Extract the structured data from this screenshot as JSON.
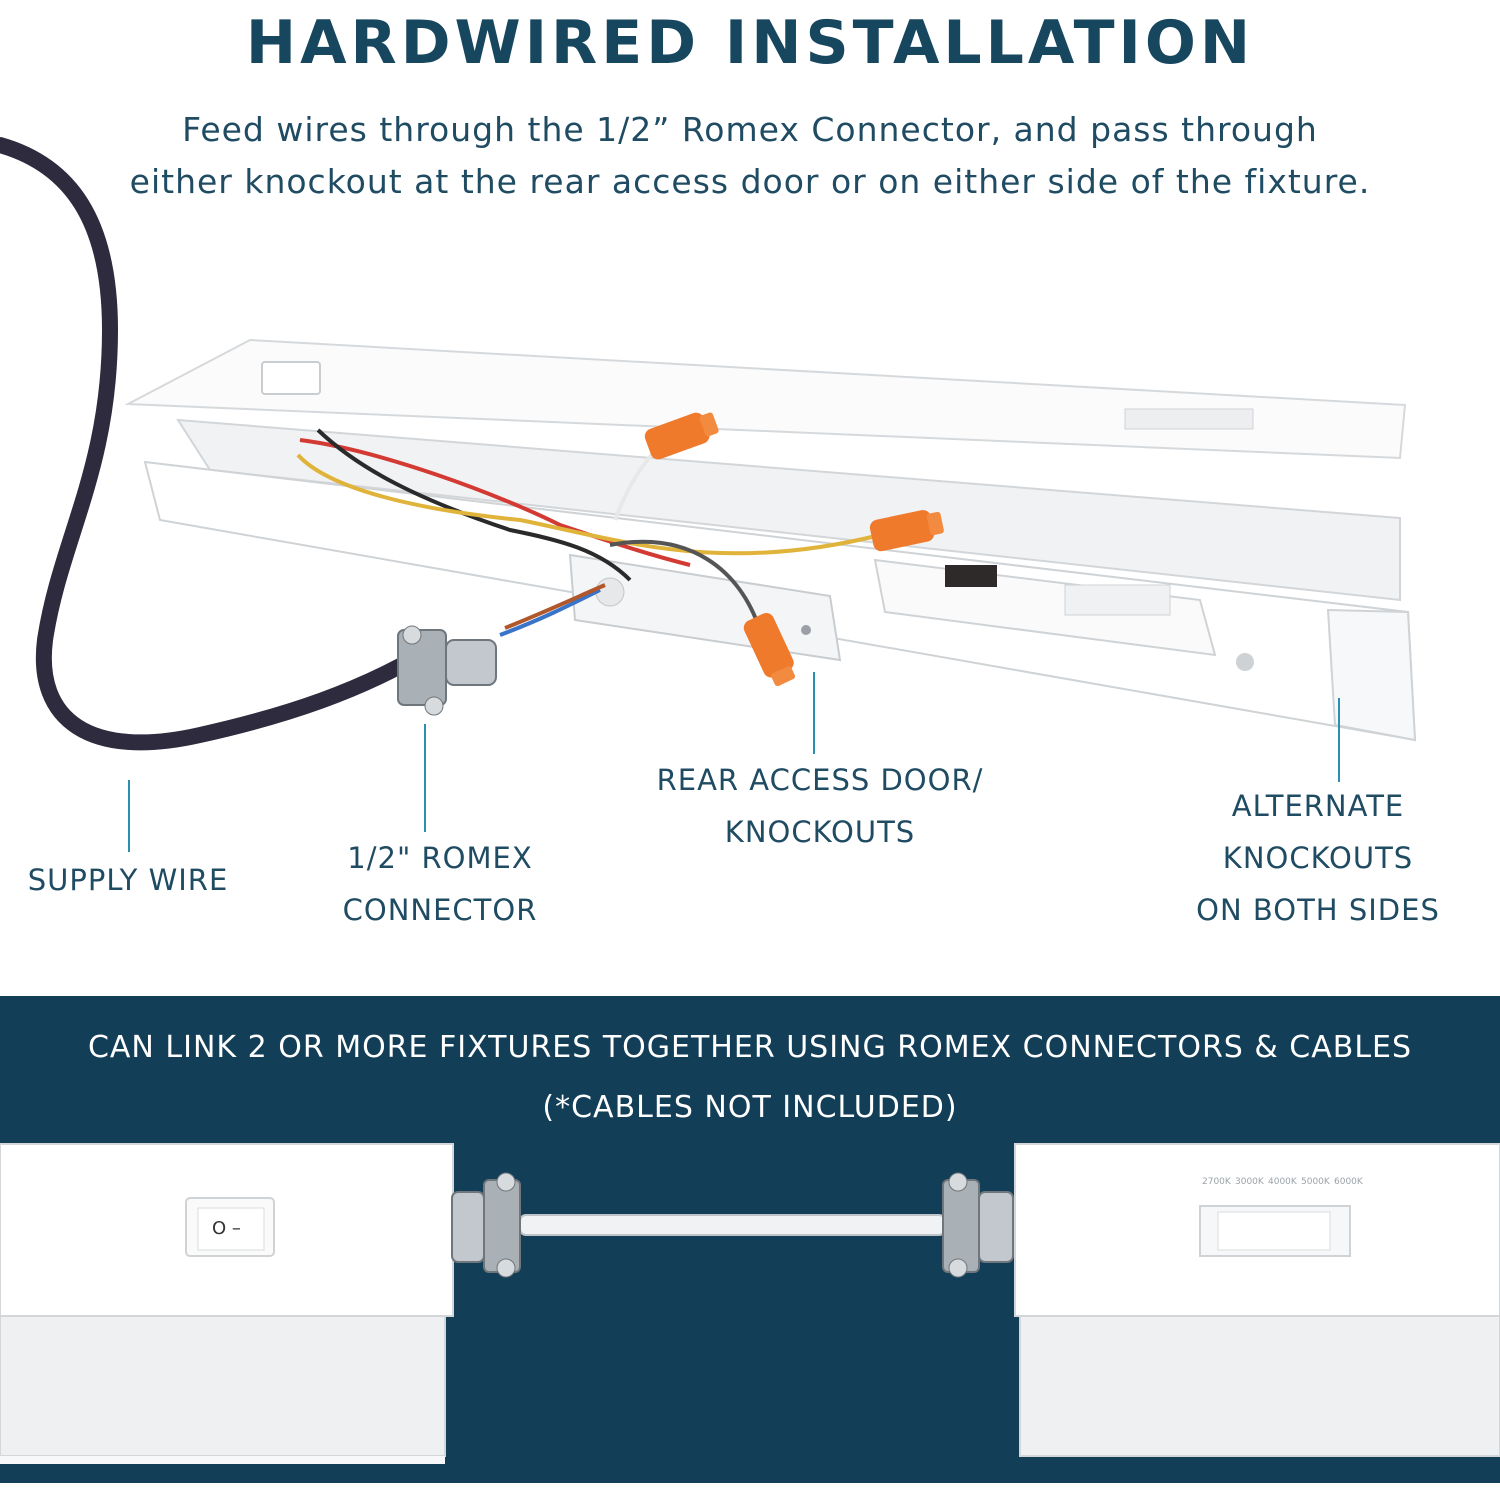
{
  "header": {
    "title": "HARDWIRED INSTALLATION",
    "subtitle_line1": "Feed wires through the 1/2” Romex Connector, and pass through",
    "subtitle_line2": "either knockout at the rear access door or on either side of the fixture."
  },
  "callouts": {
    "supply_wire": "SUPPLY WIRE",
    "romex_line1": "1/2\" ROMEX",
    "romex_line2": "CONNECTOR",
    "rear_line1": "REAR ACCESS DOOR/",
    "rear_line2": "KNOCKOUTS",
    "alt_line1": "ALTERNATE",
    "alt_line2": "KNOCKOUTS",
    "alt_line3": "ON BOTH SIDES"
  },
  "linking": {
    "line1": "CAN LINK 2 OR MORE FIXTURES TOGETHER USING ROMEX CONNECTORS & CABLES",
    "line2": "(*CABLES NOT INCLUDED)",
    "switch_symbol": "O –",
    "cct_options": [
      "2700K",
      "3000K",
      "4000K",
      "5000K",
      "6000K"
    ]
  },
  "colors": {
    "navy_text": "#17465f",
    "band": "#133e57",
    "pointer": "#2a8fb0",
    "wire_nut": "#f07a2c"
  }
}
